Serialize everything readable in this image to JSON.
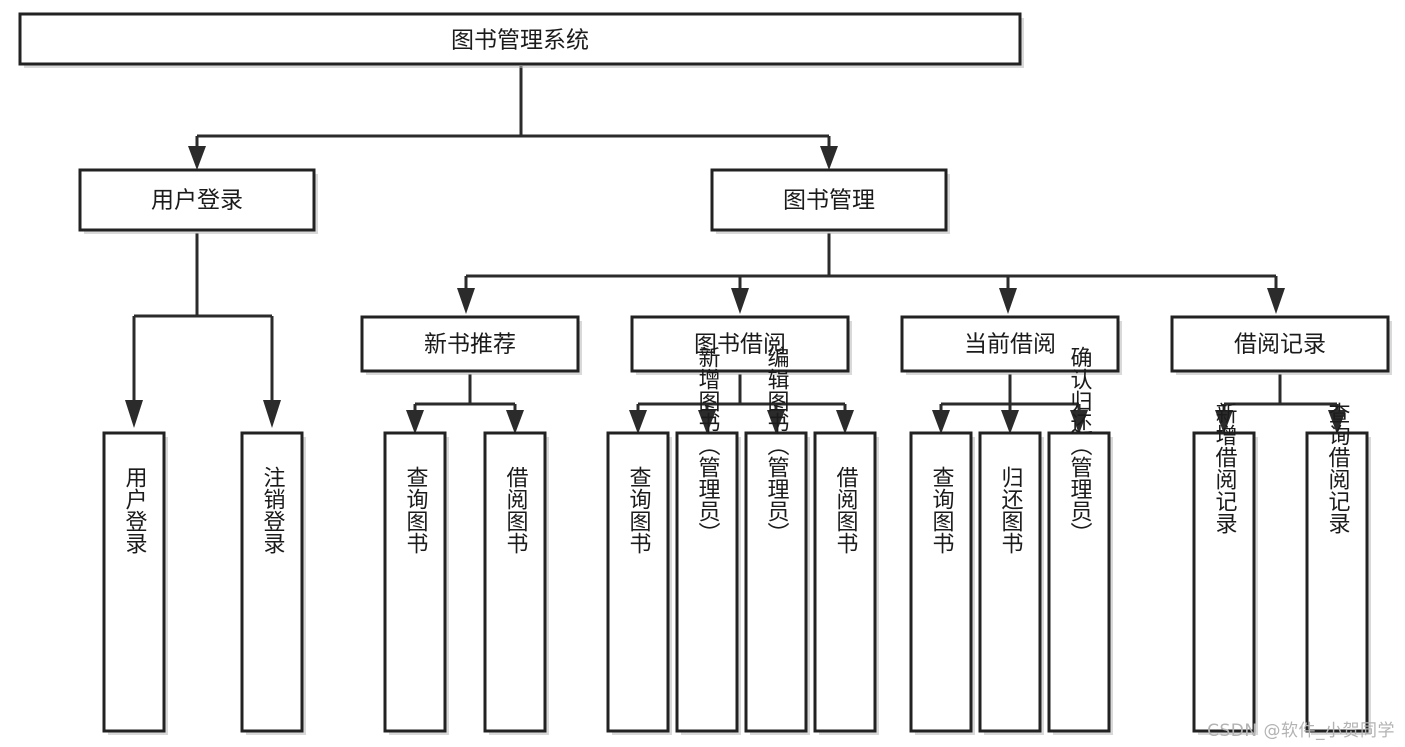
{
  "diagram": {
    "title": "图书管理系统",
    "type": "hierarchy-tree",
    "watermark": "CSDN @软件_小贺同学",
    "colors": {
      "box_stroke": "#222222",
      "box_fill": "#ffffff",
      "connector": "#2b2b2b",
      "text": "#1b1b1b",
      "watermark": "#b3b3b3",
      "background": "#ffffff"
    },
    "root": {
      "label": "图书管理系统"
    },
    "level2": [
      {
        "label": "用户登录"
      },
      {
        "label": "图书管理"
      }
    ],
    "level3": [
      {
        "label": "新书推荐"
      },
      {
        "label": "图书借阅"
      },
      {
        "label": "当前借阅"
      },
      {
        "label": "借阅记录"
      }
    ],
    "leaves": {
      "user_login": [
        {
          "label": "用户登录"
        },
        {
          "label": "注销登录"
        }
      ],
      "new_book_recommend": [
        {
          "label": "查询图书"
        },
        {
          "label": "借阅图书"
        }
      ],
      "book_borrow": [
        {
          "label": "查询图书"
        },
        {
          "label": "新增图书（管理员）"
        },
        {
          "label": "编辑图书（管理员）"
        },
        {
          "label": "借阅图书"
        }
      ],
      "current_borrow": [
        {
          "label": "查询图书"
        },
        {
          "label": "归还图书"
        },
        {
          "label": "确认归还（管理员）"
        }
      ],
      "borrow_records": [
        {
          "label": "新增借阅记录"
        },
        {
          "label": "查询借阅记录"
        }
      ]
    }
  }
}
